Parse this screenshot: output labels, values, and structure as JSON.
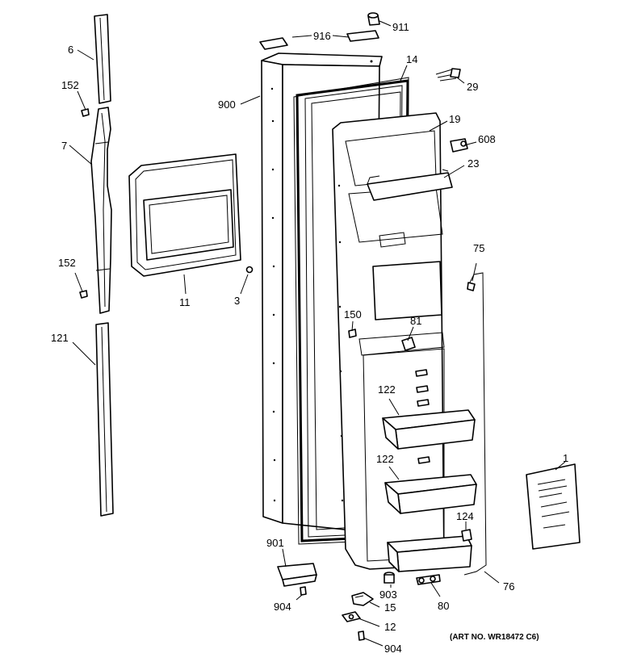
{
  "labels": {
    "p6": "6",
    "p152a": "152",
    "p7": "7",
    "p152b": "152",
    "p121": "121",
    "p11": "11",
    "p3": "3",
    "p900": "900",
    "p916": "916",
    "p911": "911",
    "p14": "14",
    "p29": "29",
    "p19": "19",
    "p608": "608",
    "p23": "23",
    "p75": "75",
    "p150": "150",
    "p81": "81",
    "p122a": "122",
    "p122b": "122",
    "p124": "124",
    "p1": "1",
    "p901": "901",
    "p904a": "904",
    "p903": "903",
    "p15": "15",
    "p80": "80",
    "p76": "76",
    "p12": "12",
    "p904b": "904"
  },
  "art_number": "(ART NO. WR18472 C6)"
}
